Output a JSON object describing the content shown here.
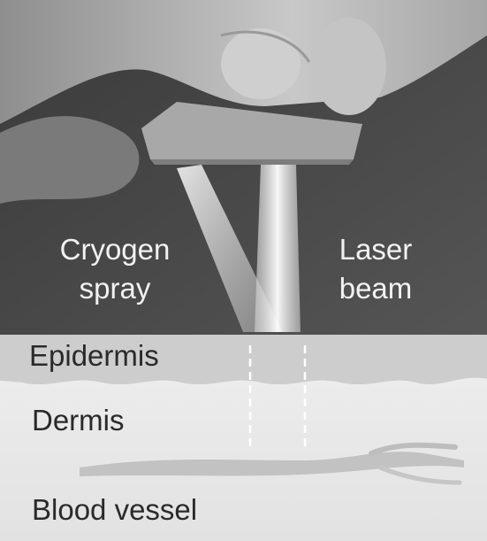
{
  "figure": {
    "labels": {
      "cryogen_spray": [
        "Cryogen",
        "spray"
      ],
      "laser_beam": [
        "Laser",
        "beam"
      ],
      "epidermis": "Epidermis",
      "dermis": "Dermis",
      "blood_vessel": "Blood vessel"
    },
    "colors": {
      "background_dark": "#4a4a4a",
      "hand": "#b8b8b8",
      "device": "#9a9a9a",
      "spray": "#d8d8d8",
      "laser": "#e6e6e6",
      "epidermis": "#cfcfcf",
      "dermis": "#e9e9e9",
      "vessel": "#bdbdbd",
      "text_light": "#f2f2f2",
      "text_dark": "#2a2a2a"
    }
  }
}
